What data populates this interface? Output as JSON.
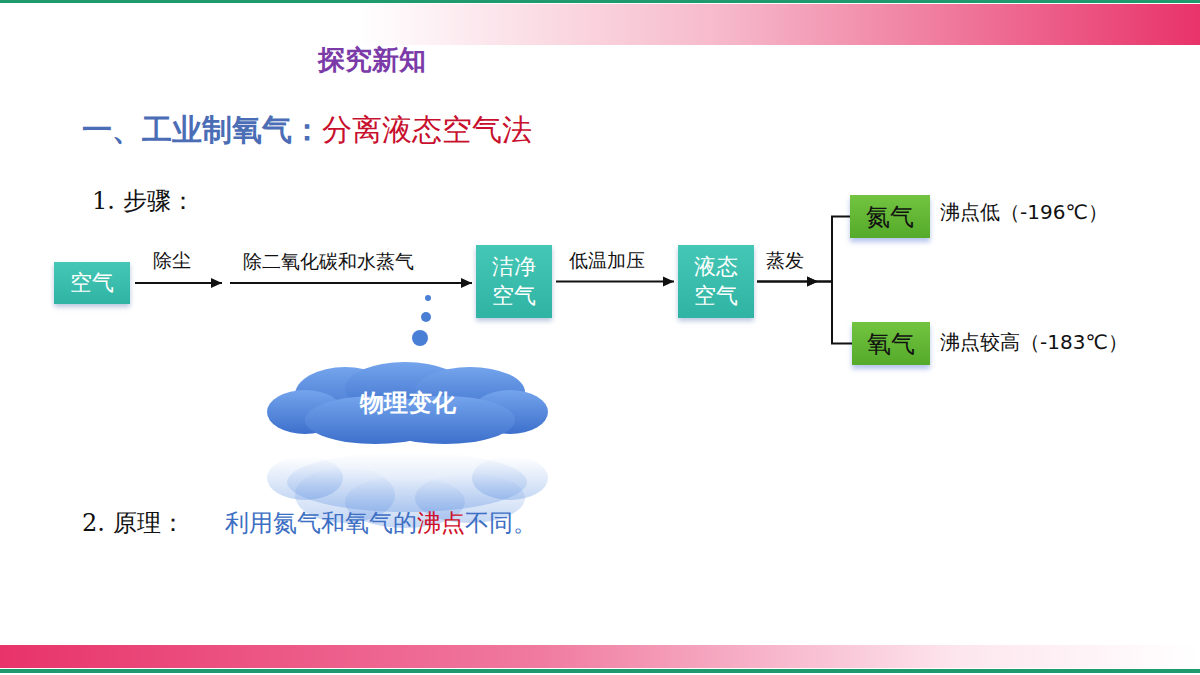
{
  "diagram": {
    "title": "一、工业制氧气：",
    "nodes": [
      {
        "text": [
          "空气"
        ]
      },
      {
        "text": [
          "洁净空气"
        ]
      },
      {
        "text": [
          "液态空气"
        ]
      },
      {
        "text": [
          "氮气"
        ]
      },
      {
        "text": [
          "氧气"
        ]
      },
      {
        "text": [
          "物理变化"
        ]
      }
    ],
    "edges": [
      {
        "from": 0,
        "to": 1,
        "label": "除二氧化碳和水蒸气",
        "arrow": "to"
      },
      {
        "from": 1,
        "to": 2,
        "label": "低温加压",
        "arrow": "to"
      },
      {
        "from": 2,
        "to": 3,
        "label": "蒸发",
        "arrow": "to"
      },
      {
        "from": 2,
        "to": 4,
        "arrow": "to"
      }
    ],
    "labels": [
      "探究新知",
      "分离液态空气法",
      "1. 步骤：",
      "除尘",
      "沸点低（-196℃）",
      "沸点较高（-183℃）",
      "2. 原理：",
      "利用氮气和氧气的",
      "沸点",
      "不同。"
    ]
  }
}
